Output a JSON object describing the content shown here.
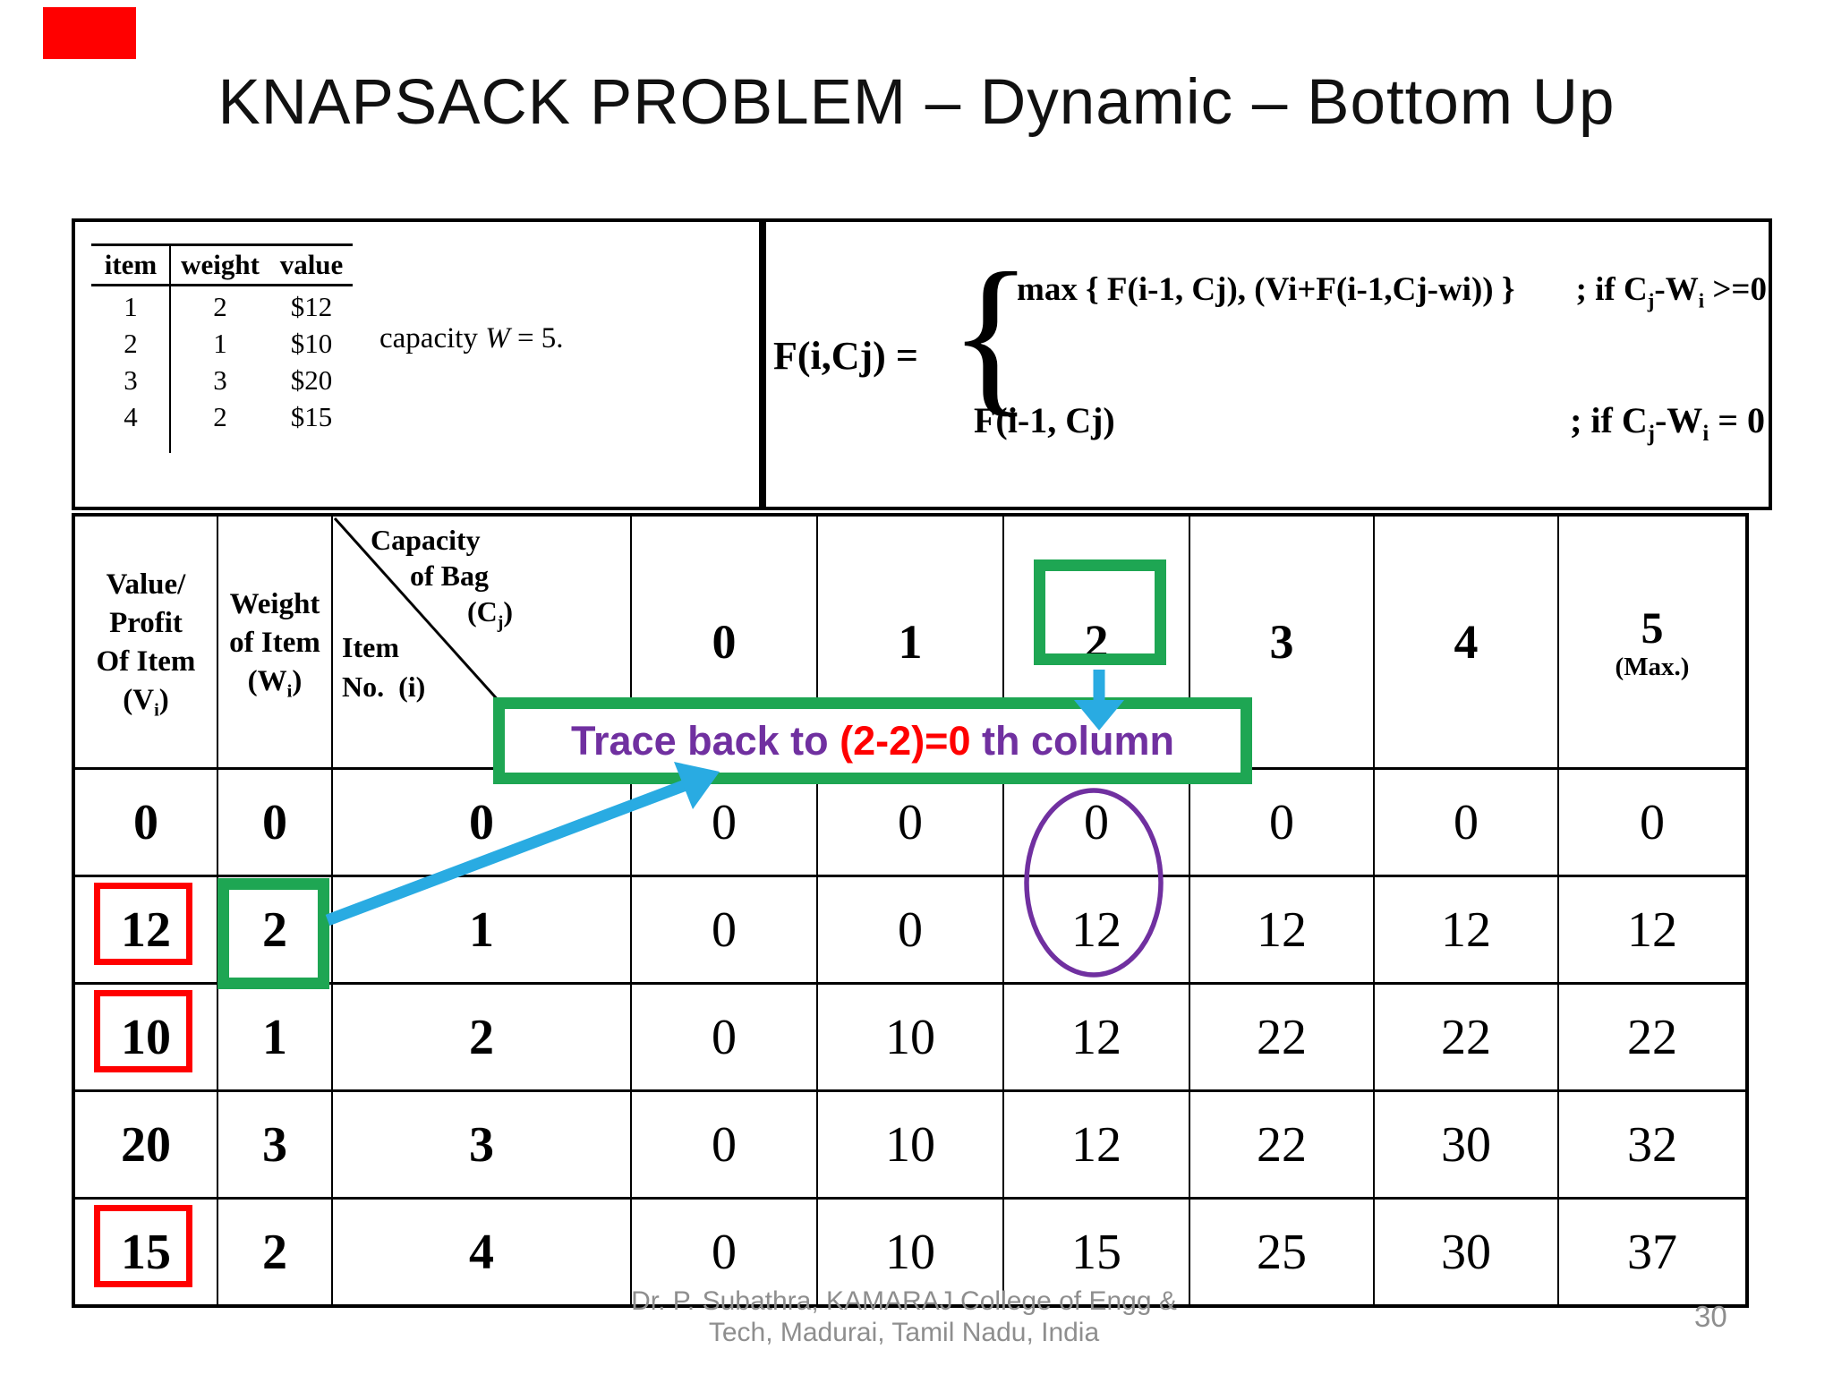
{
  "title": "KNAPSACK PROBLEM – Dynamic – Bottom Up",
  "example": {
    "headers": [
      "item",
      "weight",
      "value"
    ],
    "rows": [
      [
        "1",
        "2",
        "$12"
      ],
      [
        "2",
        "1",
        "$10"
      ],
      [
        "3",
        "3",
        "$20"
      ],
      [
        "4",
        "2",
        "$15"
      ]
    ],
    "capacity_note": [
      {
        "t": "capacity "
      },
      {
        "t": "W",
        "i": true
      },
      {
        "t": " = 5."
      }
    ]
  },
  "formula": {
    "lhs": "F(i,Cj) =",
    "brace": "{",
    "case1": "max { F(i-1, Cj), (Vi+F(i-1,Cj-wi)) }",
    "case1_cond": [
      {
        "t": "; if C"
      },
      {
        "s": "j"
      },
      {
        "t": "-W"
      },
      {
        "s": "i"
      },
      {
        "t": " >=0"
      }
    ],
    "case2": "F(i-1, Cj)",
    "case2_cond": [
      {
        "t": "; if C"
      },
      {
        "s": "j"
      },
      {
        "t": "-W"
      },
      {
        "s": "i"
      },
      {
        "t": " = 0"
      }
    ]
  },
  "dp": {
    "col_value_lines": [
      "Value/",
      "Profit",
      "Of Item"
    ],
    "col_value_sub": [
      {
        "t": "(V"
      },
      {
        "s": "i"
      },
      {
        "t": ")"
      }
    ],
    "col_weight_lines": [
      "Weight",
      "of Item"
    ],
    "col_weight_sub": [
      {
        "t": "(W"
      },
      {
        "s": "i"
      },
      {
        "t": ")"
      }
    ],
    "diag": {
      "top1": "Capacity",
      "top2": "of Bag",
      "top3": [
        {
          "t": "(C"
        },
        {
          "s": "j"
        },
        {
          "t": ")"
        }
      ],
      "bottom1": "Item",
      "bottom2": "No.  (i)"
    },
    "capacity_headers": [
      "0",
      "1",
      "2",
      "3",
      "4",
      "5"
    ],
    "max_note": "(Max.)",
    "rows": [
      [
        "0",
        "0",
        "0",
        "0",
        "0",
        "0",
        "0",
        "0",
        "0"
      ],
      [
        "12",
        "2",
        "1",
        "0",
        "0",
        "12",
        "12",
        "12",
        "12"
      ],
      [
        "10",
        "1",
        "2",
        "0",
        "10",
        "12",
        "22",
        "22",
        "22"
      ],
      [
        "20",
        "3",
        "3",
        "0",
        "10",
        "12",
        "22",
        "30",
        "32"
      ],
      [
        "15",
        "2",
        "4",
        "0",
        "10",
        "15",
        "25",
        "30",
        "37"
      ]
    ]
  },
  "annotations": {
    "trace": [
      {
        "t": "Trace back to ",
        "c": "#7030A0"
      },
      {
        "t": "(2-2)=0",
        "c": "#FF0000"
      },
      {
        "t": " th column",
        "c": "#7030A0"
      }
    ]
  },
  "footer": {
    "line1": "Dr. P. Subathra, KAMARAJ College of Engg &",
    "line2": "Tech, Madurai, Tamil Nadu, India",
    "page": "30"
  },
  "colors": {
    "green": "#1EA653",
    "blue": "#29ABE2",
    "purple": "#7030A0",
    "red": "#FF0000",
    "gray": "#8E8E8E"
  }
}
